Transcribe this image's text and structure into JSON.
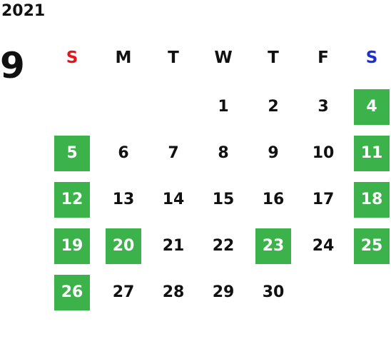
{
  "calendar": {
    "year": "2021",
    "month": "9",
    "weekdays": [
      "S",
      "M",
      "T",
      "W",
      "T",
      "F",
      "S"
    ],
    "colors": {
      "sunday_header": "#e8141c",
      "saturday_header": "#1f2fd0",
      "weekday_header": "#111111",
      "holiday_fill": "#3cb34a",
      "holiday_text": "#ffffff"
    },
    "days": [
      {
        "label": "1"
      },
      {
        "label": "2"
      },
      {
        "label": "3"
      },
      {
        "label": "4"
      },
      {
        "label": "5"
      },
      {
        "label": "6"
      },
      {
        "label": "7"
      },
      {
        "label": "8"
      },
      {
        "label": "9"
      },
      {
        "label": "10"
      },
      {
        "label": "11"
      },
      {
        "label": "12"
      },
      {
        "label": "13"
      },
      {
        "label": "14"
      },
      {
        "label": "15"
      },
      {
        "label": "16"
      },
      {
        "label": "17"
      },
      {
        "label": "18"
      },
      {
        "label": "19"
      },
      {
        "label": "20"
      },
      {
        "label": "21"
      },
      {
        "label": "22"
      },
      {
        "label": "23"
      },
      {
        "label": "24"
      },
      {
        "label": "25"
      },
      {
        "label": "26"
      },
      {
        "label": "27"
      },
      {
        "label": "28"
      },
      {
        "label": "29"
      },
      {
        "label": "30"
      }
    ],
    "highlighted_days": [
      "4",
      "5",
      "11",
      "12",
      "18",
      "19",
      "20",
      "23",
      "25",
      "26"
    ]
  }
}
